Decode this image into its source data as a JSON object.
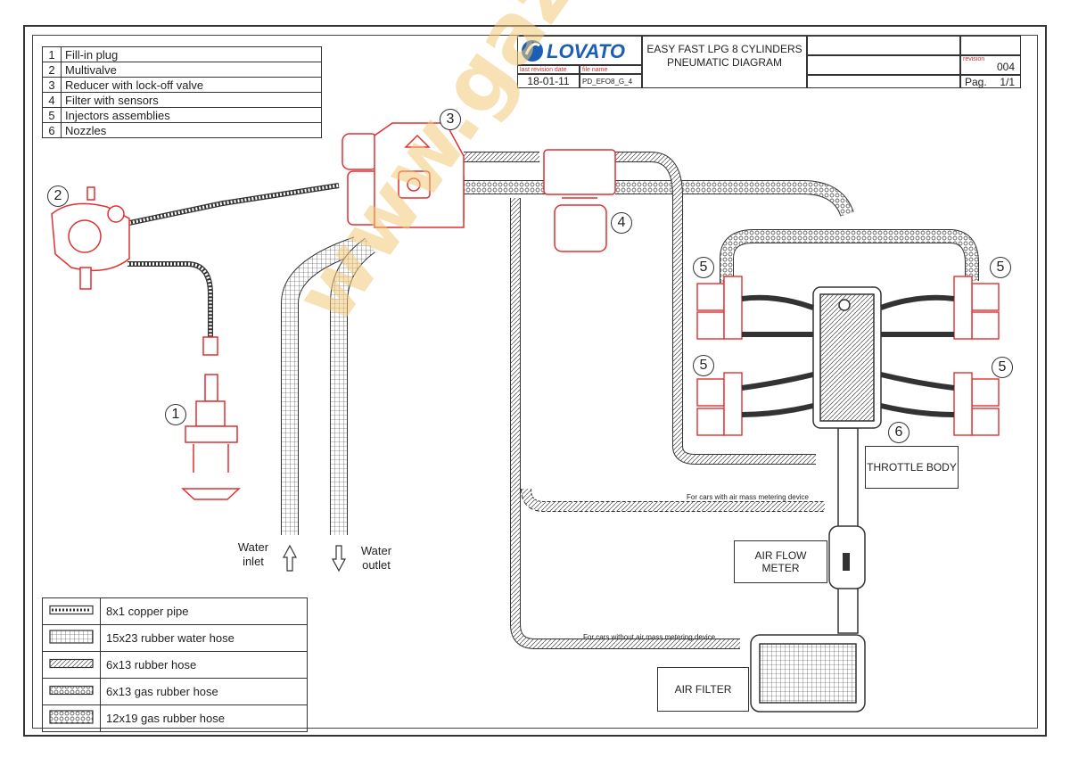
{
  "legend_items": [
    {
      "num": "1",
      "label": "Fill-in plug"
    },
    {
      "num": "2",
      "label": "Multivalve"
    },
    {
      "num": "3",
      "label": "Reducer with lock-off valve"
    },
    {
      "num": "4",
      "label": "Filter with sensors"
    },
    {
      "num": "5",
      "label": "Injectors assemblies"
    },
    {
      "num": "6",
      "label": "Nozzles"
    }
  ],
  "title_block": {
    "logo": "LOVATO",
    "last_revision_label": "last revision date",
    "file_name_label": "file name",
    "date": "18-01-11",
    "file_name": "PD_EFO8_G_4",
    "title_line1": "EASY FAST LPG 8 CYLINDERS",
    "title_line2": "PNEUMATIC DIAGRAM",
    "revision_label": "revision",
    "revision": "004",
    "page_label": "Pag.",
    "page": "1/1"
  },
  "hose_legend": [
    {
      "label": "8x1 copper pipe",
      "pattern": "copper"
    },
    {
      "label": "15x23 rubber water hose",
      "pattern": "water"
    },
    {
      "label": "6x13 rubber hose",
      "pattern": "hatch"
    },
    {
      "label": "6x13 gas rubber hose",
      "pattern": "gas6"
    },
    {
      "label": "12x19 gas rubber hose",
      "pattern": "gas12"
    }
  ],
  "callouts": [
    "1",
    "2",
    "3",
    "4",
    "5",
    "5",
    "5",
    "5",
    "6"
  ],
  "boxes": {
    "throttle_body": "THROTTLE BODY",
    "air_flow_meter": "AIR FLOW METER",
    "air_filter": "AIR FILTER"
  },
  "notes": {
    "with_amm": "For cars with air mass metering device",
    "without_amm": "For cars without air mass metering device"
  },
  "water": {
    "inlet": "Water inlet",
    "outlet": "Water outlet"
  },
  "watermark": "www.gazland.ru",
  "colors": {
    "component_red": "#e03030",
    "line": "#333333",
    "watermark": "#f0c878"
  }
}
